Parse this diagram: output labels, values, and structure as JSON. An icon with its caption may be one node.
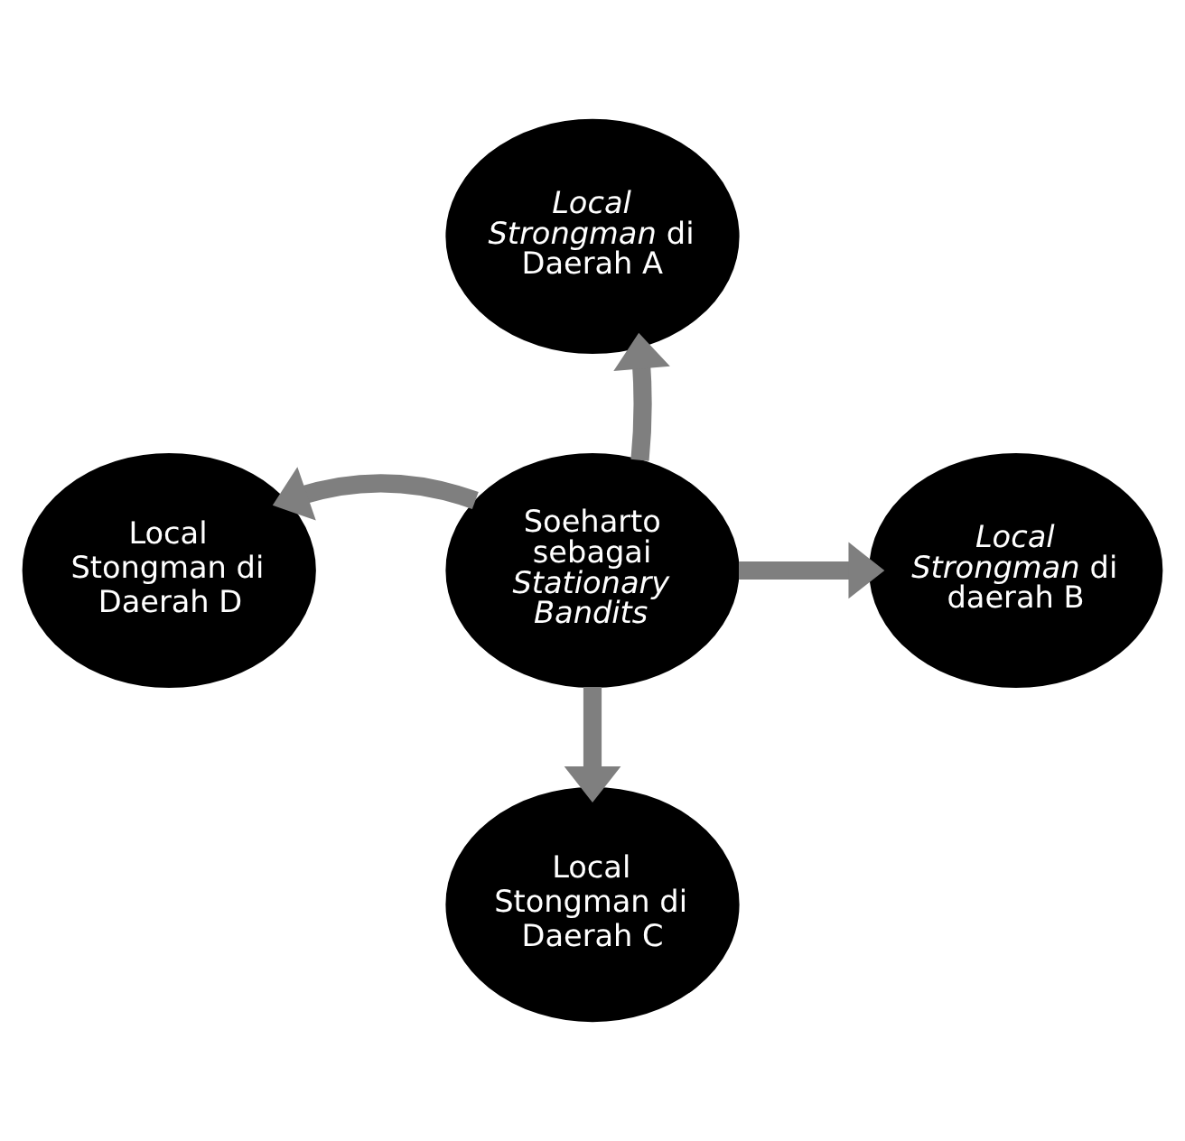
{
  "diagram": {
    "nodes": [
      {
        "text": [
          "*Local Strongman* di Daerah A"
        ]
      },
      {
        "text": [
          "Local Stongman di Daerah D"
        ]
      },
      {
        "text": [
          "Soeharto sebagai *Stationary Bandits*"
        ]
      },
      {
        "text": [
          "*Local Strongman* di daerah B"
        ]
      },
      {
        "text": [
          "Local Stongman di Daerah C"
        ]
      }
    ],
    "edges": [
      {
        "from": 2,
        "to": 0,
        "arrow": "to"
      },
      {
        "from": 2,
        "to": 1,
        "arrow": "to"
      },
      {
        "from": 2,
        "to": 3,
        "arrow": "to"
      },
      {
        "from": 2,
        "to": 4,
        "arrow": "to"
      }
    ]
  }
}
